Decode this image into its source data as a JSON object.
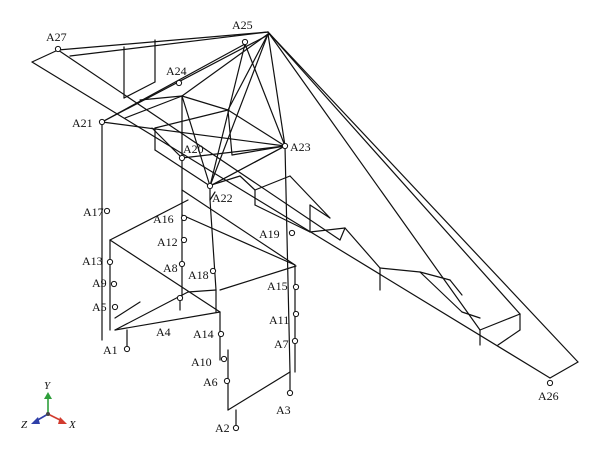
{
  "figure": {
    "point_labels": {
      "A1": "A1",
      "A2": "A2",
      "A3": "A3",
      "A4": "A4",
      "A5": "A5",
      "A6": "A6",
      "A7": "A7",
      "A8": "A8",
      "A9": "A9",
      "A10": "A10",
      "A11": "A11",
      "A12": "A12",
      "A13": "A13",
      "A14": "A14",
      "A15": "A15",
      "A16": "A16",
      "A17": "A17",
      "A18": "A18",
      "A19": "A19",
      "A20": "A20",
      "A21": "A21",
      "A22": "A22",
      "A23": "A23",
      "A24": "A24",
      "A25": "A25",
      "A26": "A26",
      "A27": "A27"
    },
    "axes": {
      "y": "Y",
      "z": "Z",
      "x": "X"
    },
    "colors": {
      "line": "#111111",
      "marker_fill": "#ffffff",
      "axis_y": "#2e9e3a",
      "axis_x": "#d23b2e",
      "axis_z": "#2f3fa8"
    }
  }
}
